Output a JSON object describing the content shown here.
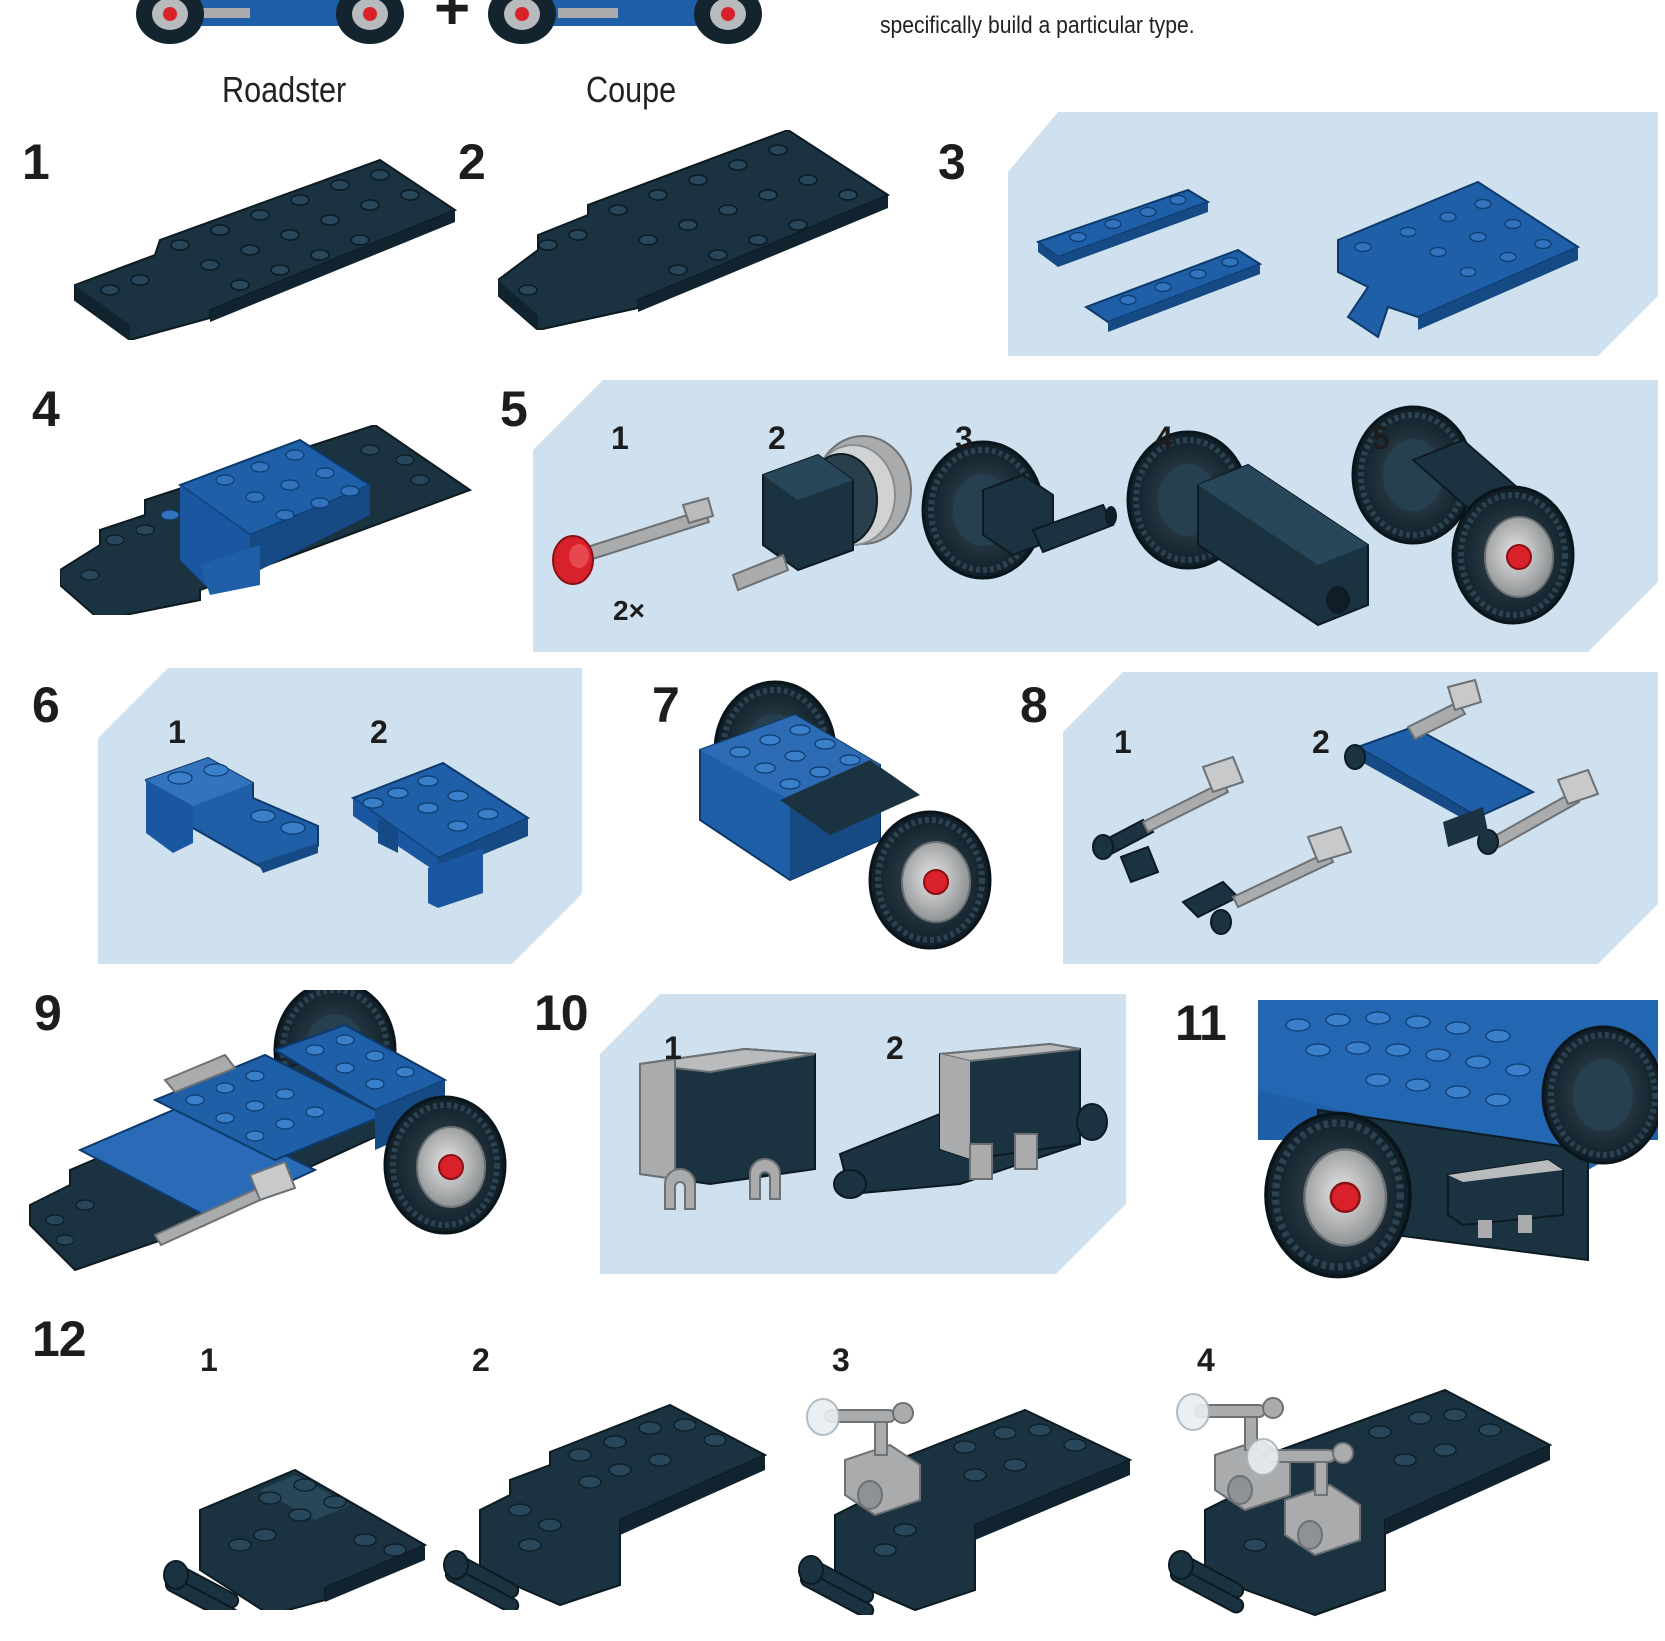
{
  "intro": {
    "text": "specifically build a particular type.",
    "plus_symbol": "+",
    "labels": [
      "Roadster",
      "Coupe"
    ]
  },
  "steps": [
    {
      "number": "1"
    },
    {
      "number": "2"
    },
    {
      "number": "3"
    },
    {
      "number": "4"
    },
    {
      "number": "5",
      "substeps": [
        "1",
        "2",
        "3",
        "4",
        "5"
      ],
      "quantity": "2×"
    },
    {
      "number": "6",
      "substeps": [
        "1",
        "2"
      ]
    },
    {
      "number": "7"
    },
    {
      "number": "8",
      "substeps": [
        "1",
        "2"
      ]
    },
    {
      "number": "9"
    },
    {
      "number": "10",
      "substeps": [
        "1",
        "2"
      ]
    },
    {
      "number": "11"
    },
    {
      "number": "12",
      "substeps": [
        "1",
        "2",
        "3",
        "4"
      ]
    }
  ],
  "colors": {
    "panel": "#cfe0ee",
    "dark_brick": "#1b3341",
    "blue_brick": "#1f5fa8",
    "grey_part": "#a9abad",
    "red_pin": "#d8212a"
  },
  "icons": [
    "lego-plate-icon",
    "lego-wheel-icon",
    "lego-axle-pin-icon",
    "lego-exhaust-pipe-icon"
  ]
}
